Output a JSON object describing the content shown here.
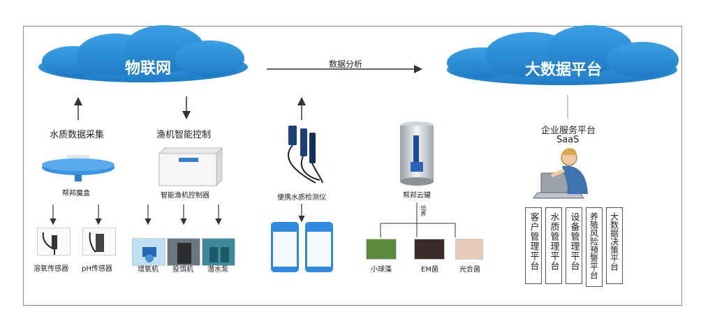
{
  "clouds": {
    "iot": "物联网",
    "bigdata": "大数据平台"
  },
  "arrow_label": "数据分析",
  "sections": {
    "water_collect": "水质数据采集",
    "fishing_control": "渔机智能控制",
    "saas_title": "企业服务平台",
    "saas_sub": "SaaS"
  },
  "devices": {
    "magic_box": "帮邦魔盒",
    "controller": "智能渔机控制器",
    "portable": "便携水质检测仪",
    "cloud_tank": "帮邦云罐"
  },
  "sensors": [
    "溶氧传感器",
    "pH传感器"
  ],
  "machines": [
    "增氧机",
    "投饵机",
    "潜水泵"
  ],
  "bacteria_label": "培养",
  "bacteria": [
    "小球藻",
    "EM菌",
    "光合菌"
  ],
  "platforms": [
    "客户管理平台",
    "水质管理平台",
    "设备管理平台",
    "养殖风险预警平台",
    "大数据决策平台"
  ],
  "colors": {
    "cloud": "#2b8fd6",
    "arrow": "#333333",
    "frame": "#8a8a8a"
  }
}
